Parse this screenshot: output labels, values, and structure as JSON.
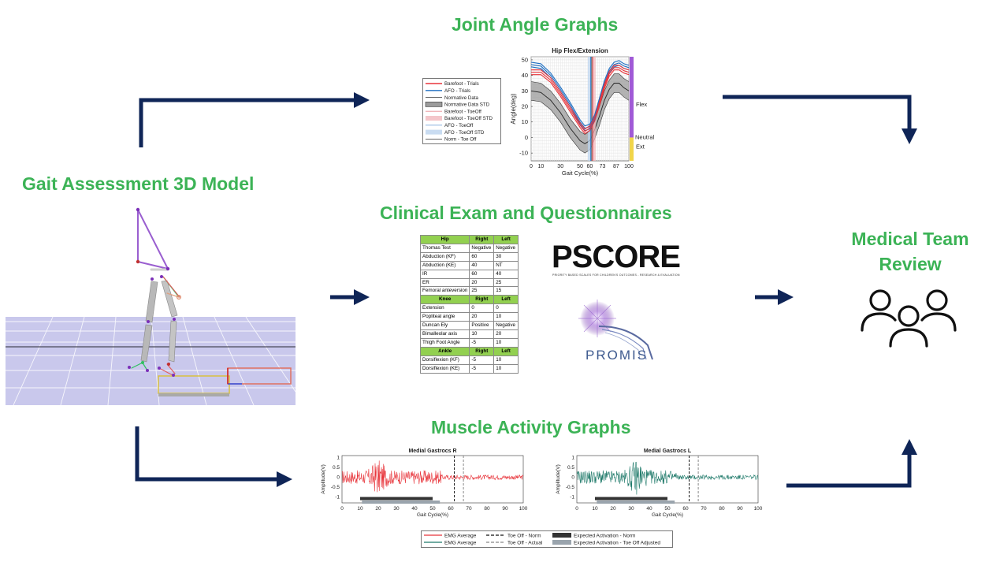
{
  "headings": {
    "joint": "Joint Angle Graphs",
    "gait": "Gait Assessment 3D Model",
    "clinical": "Clinical Exam and Questionnaires",
    "medical_line1": "Medical Team",
    "medical_line2": "Review",
    "muscle": "Muscle Activity Graphs"
  },
  "colors": {
    "heading_green": "#3cb356",
    "arrow_navy": "#0f2557",
    "barefoot": "#e8353b",
    "afo": "#1f6fc2",
    "normative_fill": "#9b9b9b",
    "flex_bar": "#a05ad6",
    "ext_bar": "#f1d54a",
    "emg_right": "#e8353b",
    "emg_left": "#1f7a6a",
    "table_header": "#92d050"
  },
  "joint_chart": {
    "title": "Hip Flex/Extension",
    "ylabel": "Angle(deg)",
    "xlabel": "Gait Cycle(%)",
    "yticks": [
      "50",
      "40",
      "30",
      "20",
      "10",
      "0",
      "-10"
    ],
    "xticks": [
      "0",
      "10",
      "30",
      "50",
      "60",
      "73",
      "87",
      "100"
    ],
    "side_labels": {
      "flex": "Flex",
      "neutral": "Neutral",
      "ext": "Ext"
    },
    "legend": [
      "Barefoot - Trials",
      "AFO - Trials",
      "Normative Data",
      "Normative Data STD",
      "Barefoot - ToeOff",
      "Barefoot - ToeOff STD",
      "AFO - ToeOff",
      "AFO - ToeOff STD",
      "Norm - Toe Off"
    ]
  },
  "chart_data": [
    {
      "type": "line",
      "title": "Hip Flex/Extension",
      "xlabel": "Gait Cycle(%)",
      "ylabel": "Angle(deg)",
      "xlim": [
        0,
        100
      ],
      "ylim": [
        -15,
        52
      ],
      "x": [
        0,
        10,
        20,
        30,
        40,
        50,
        55,
        60,
        65,
        70,
        75,
        80,
        85,
        90,
        95,
        100
      ],
      "series": [
        {
          "name": "Barefoot - Trials",
          "values": [
            42,
            42,
            37,
            28,
            18,
            8,
            4,
            6,
            12,
            22,
            33,
            41,
            45,
            45,
            43,
            42
          ]
        },
        {
          "name": "AFO - Trials",
          "values": [
            47,
            46,
            40,
            31,
            21,
            10,
            6,
            7,
            13,
            24,
            35,
            43,
            47,
            48,
            46,
            45
          ]
        },
        {
          "name": "Normative Data",
          "values": [
            30,
            29,
            24,
            16,
            6,
            -2,
            -4,
            -2,
            5,
            14,
            24,
            31,
            35,
            35,
            32,
            30
          ]
        }
      ],
      "normative_std": 6,
      "toe_off": {
        "Norm - Toe Off": 62,
        "Barefoot - ToeOff": 63,
        "AFO - ToeOff": 61
      },
      "side_bands": [
        {
          "label": "Flex",
          "from": 0,
          "to": 52
        },
        {
          "label": "Ext",
          "from": -15,
          "to": 0
        }
      ]
    },
    {
      "type": "line",
      "title": "Medial Gastrocs R",
      "xlabel": "Gait Cycle(%)",
      "ylabel": "Amplitude(V)",
      "xlim": [
        0,
        100
      ],
      "ylim": [
        -1.3,
        1.1
      ],
      "series": [
        {
          "name": "EMG Average",
          "description_values": "noisy EMG, bursts up to ~0.9 around 15-25%, low amplitude ~0.1 after 50%"
        }
      ],
      "toe_off_norm": 62,
      "toe_off_actual": 67,
      "expected_activation_norm": [
        10,
        50
      ],
      "expected_activation_adjusted": [
        11,
        54
      ]
    },
    {
      "type": "line",
      "title": "Medial Gastrocs L",
      "xlabel": "Gait Cycle(%)",
      "ylabel": "Amplitude(V)",
      "xlim": [
        0,
        100
      ],
      "ylim": [
        -1.3,
        1.1
      ],
      "series": [
        {
          "name": "EMG Average",
          "description_values": "noisy EMG, largest bursts ~0.9 around 30-35%, low amplitude after 55%"
        }
      ],
      "toe_off_norm": 62,
      "toe_off_actual": 67,
      "expected_activation_norm": [
        10,
        50
      ],
      "expected_activation_adjusted": [
        11,
        54
      ]
    }
  ],
  "emg": {
    "right_title": "Medial Gastrocs R",
    "left_title": "Medial Gastrocs L",
    "ylabel": "Amplitude(V)",
    "xlabel": "Gait Cycle(%)",
    "yticks": [
      "1",
      "0.5",
      "0",
      "-0.5",
      "-1"
    ],
    "xticks": [
      "0",
      "10",
      "20",
      "30",
      "40",
      "50",
      "60",
      "70",
      "80",
      "90",
      "100"
    ],
    "legend": {
      "emg1": "EMG Average",
      "emg2": "EMG Average",
      "toe_norm": "Toe Off - Norm",
      "toe_actual": "Toe Off - Actual",
      "act_norm": "Expected Activation - Norm",
      "act_adj": "Expected Activation - Toe Off Adjusted"
    }
  },
  "clinical_table": {
    "sections": [
      {
        "header": [
          "Hip",
          "Right",
          "Left"
        ],
        "rows": [
          [
            "Thomas Test",
            "Negative",
            "Negative"
          ],
          [
            "Abduction (KF)",
            "60",
            "30"
          ],
          [
            "Abduction (KE)",
            "40",
            "NT"
          ],
          [
            "IR",
            "60",
            "40"
          ],
          [
            "ER",
            "20",
            "25"
          ],
          [
            "Femoral anteversion",
            "25",
            "15"
          ]
        ]
      },
      {
        "header": [
          "Knee",
          "Right",
          "Left"
        ],
        "rows": [
          [
            "Extension",
            "0",
            "0"
          ],
          [
            "Popliteal angle",
            "20",
            "10"
          ],
          [
            "Duncan Ely",
            "Positive",
            "Negative"
          ],
          [
            "Bimalleolar axis",
            "10",
            "20"
          ],
          [
            "Thigh Foot Angle",
            "-5",
            "10"
          ]
        ]
      },
      {
        "header": [
          "Ankle",
          "Right",
          "Left"
        ],
        "rows": [
          [
            "Dorsiflexion (KF)",
            "-5",
            "10"
          ],
          [
            "Dorsiflexion (KE)",
            "-5",
            "10"
          ]
        ]
      }
    ]
  },
  "logos": {
    "pscore": "PSCORE",
    "pscore_sub": "PRIORITY BASED SCALES FOR CHILDREN'S OUTCOMES - RESEARCH & EVALUATION",
    "promis": "PROMIS"
  },
  "icons": {
    "team": "people-group-icon",
    "model": "skeleton-3d-model"
  }
}
